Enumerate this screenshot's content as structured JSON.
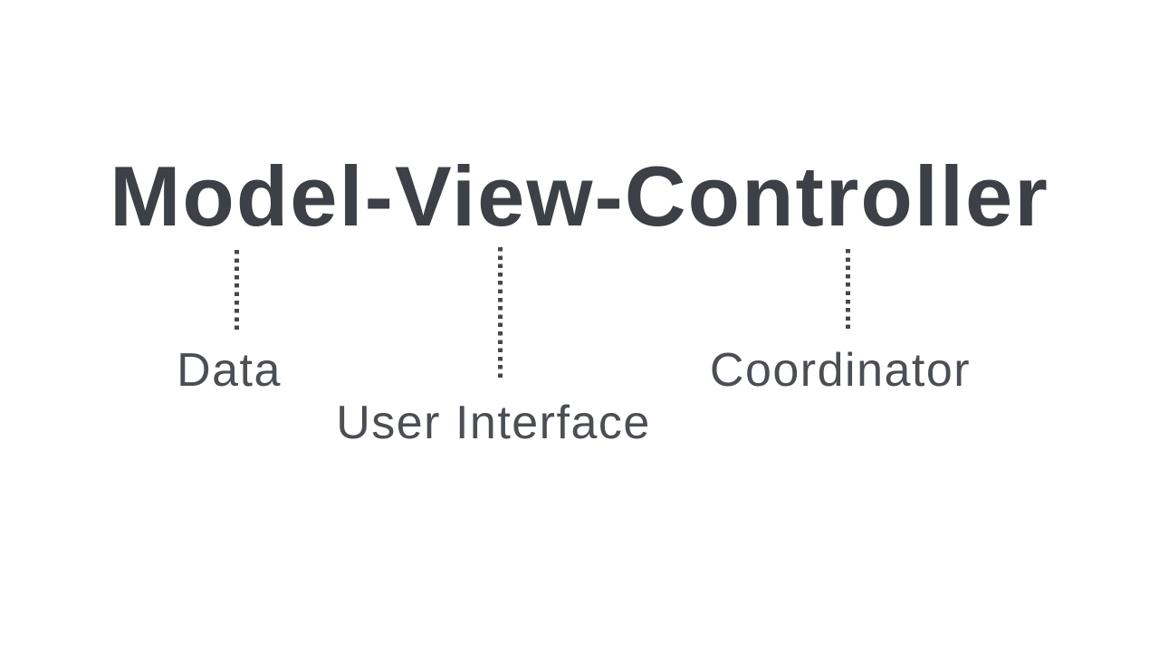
{
  "title": "Model-View-Controller",
  "branches": [
    {
      "term": "Model",
      "label": "Data"
    },
    {
      "term": "View",
      "label": "User Interface"
    },
    {
      "term": "Controller",
      "label": "Coordinator"
    }
  ],
  "colors": {
    "background": "#ffffff",
    "title_text": "#3d4046",
    "label_text": "#4b4e53",
    "connector_dots": "#44474c"
  }
}
